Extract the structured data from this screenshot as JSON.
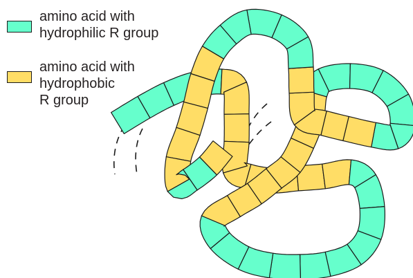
{
  "legend": {
    "hydrophilic": {
      "label_line1": "amino acid with",
      "label_line2": "hydrophilic R group",
      "color": "#66ffcc"
    },
    "hydrophobic": {
      "label_line1": "amino acid with",
      "label_line2": "hydrophobic",
      "label_line3": "R group",
      "color": "#ffdd66"
    }
  },
  "chain": {
    "outline_color": "#1a1a1a",
    "continuation": "dashed-lines"
  }
}
